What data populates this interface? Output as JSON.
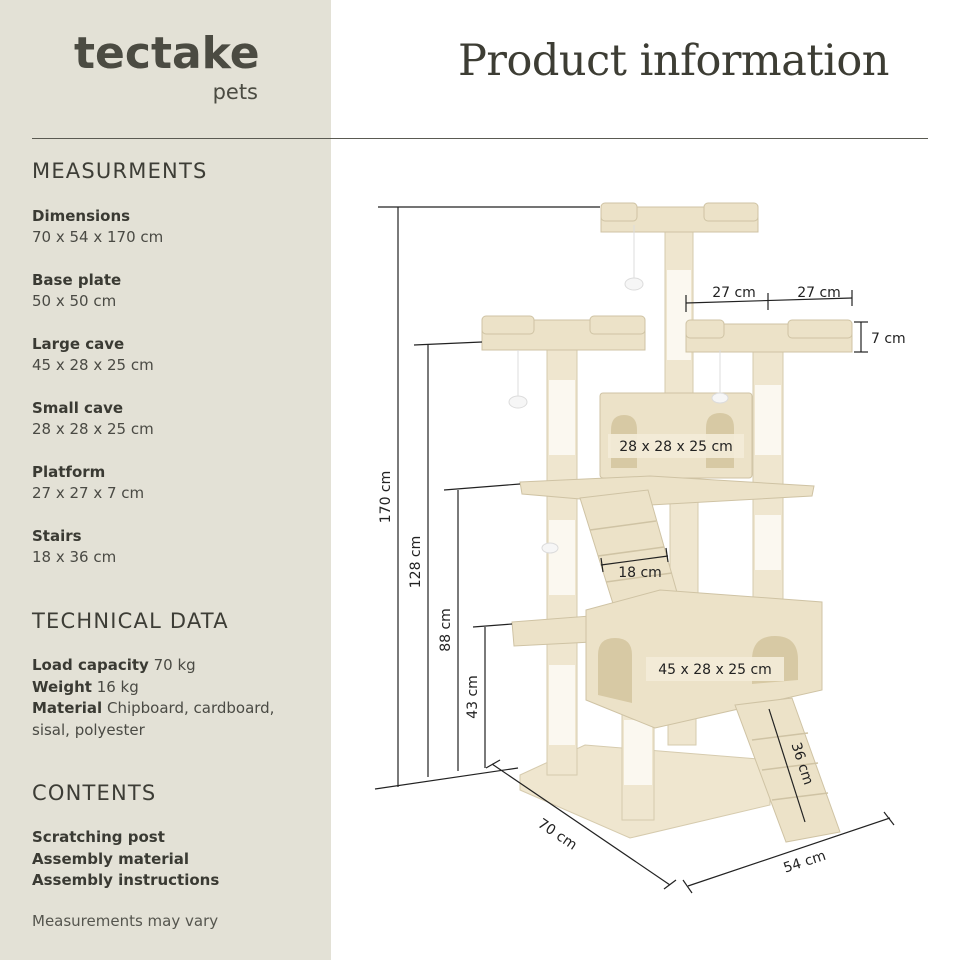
{
  "brand": {
    "name": "tectake",
    "sub": "pets"
  },
  "title": "Product information",
  "measurements": {
    "heading": "MEASURMENTS",
    "items": [
      {
        "label": "Dimensions",
        "value": "70 x 54 x 170 cm"
      },
      {
        "label": "Base plate",
        "value": "50 x 50 cm"
      },
      {
        "label": "Large cave",
        "value": "45 x 28 x 25 cm"
      },
      {
        "label": "Small cave",
        "value": "28 x 28 x 25 cm"
      },
      {
        "label": "Platform",
        "value": "27 x 27 x 7 cm"
      },
      {
        "label": "Stairs",
        "value": "18 x 36 cm"
      }
    ]
  },
  "technical": {
    "heading": "TECHNICAL DATA",
    "load_label": "Load capacity",
    "load_value": "70 kg",
    "weight_label": "Weight",
    "weight_value": "16 kg",
    "material_label": "Material",
    "material_value": "Chipboard, cardboard, sisal, polyester"
  },
  "contents": {
    "heading": "CONTENTS",
    "items": [
      "Scratching post",
      "Assembly material",
      "Assembly instructions"
    ]
  },
  "note": "Measurements may vary",
  "figure_labels": {
    "h170": "170 cm",
    "h128": "128 cm",
    "h88": "88 cm",
    "h43": "43 cm",
    "w27a": "27 cm",
    "w27b": "27 cm",
    "d7": "7 cm",
    "small_cave": "28 x 28 x 25 cm",
    "large_cave": "45 x 28 x 25 cm",
    "stairs_w": "18 cm",
    "stairs_l": "36 cm",
    "base_70": "70 cm",
    "base_54": "54 cm"
  },
  "colors": {
    "sidebar": "#e3e1d6",
    "plush": "#efe6cf",
    "sisal": "#fbf8f0",
    "text": "#3a3a35"
  }
}
